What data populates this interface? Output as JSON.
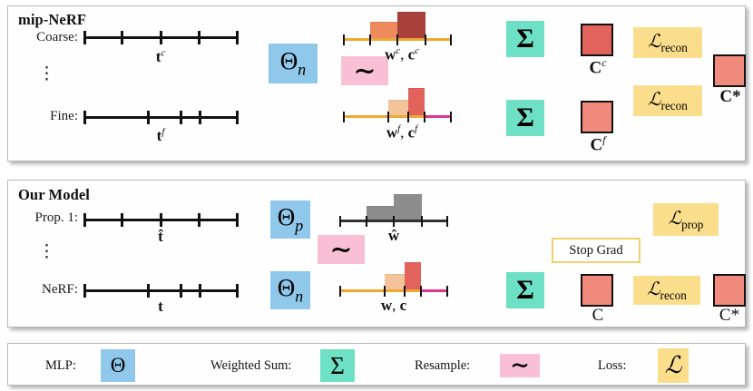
{
  "figure": {
    "panels": [
      {
        "id": "mip-nerf",
        "title": "mip-NeRF",
        "rows": [
          {
            "label": "Coarse:",
            "ray_caption": "tᶜ",
            "hist_caption": "wᶜ, cᶜ",
            "color_label": "Cᶜ"
          },
          {
            "label": "Fine:",
            "ray_caption": "tᶠ",
            "hist_caption": "wᶠ, cᶠ",
            "color_label": "Cᶠ"
          }
        ],
        "vertical_dots": "⋮",
        "mlp_label": "Θ",
        "mlp_sub": "n",
        "sum_label": "Σ",
        "resample_label": "∼",
        "loss_labels": [
          "ℒrecon",
          "ℒrecon"
        ],
        "final_label": "C*"
      },
      {
        "id": "our-model",
        "title": "Our Model",
        "rows": [
          {
            "label": "Prop. 1:",
            "ray_caption": "t̂",
            "hist_caption": "ŵ",
            "color_label": ""
          },
          {
            "label": "NeRF:",
            "ray_caption": "t",
            "hist_caption": "w, c",
            "color_label": "C"
          }
        ],
        "vertical_dots": "⋮",
        "mlp_prop_label": "Θ",
        "mlp_prop_sub": "p",
        "mlp_nerf_label": "Θ",
        "mlp_nerf_sub": "n",
        "sum_label": "Σ",
        "resample_label": "∼",
        "stop_grad_label": "Stop Grad",
        "loss_prop_label": "ℒprop",
        "loss_recon_label": "ℒrecon",
        "final_label": "C*"
      }
    ],
    "legend": [
      {
        "text": "MLP:",
        "glyph": "Θ",
        "kind": "mlp",
        "color": "#90C8EC",
        "arrow": "#90C8EC"
      },
      {
        "text": "Weighted Sum:",
        "glyph": "Σ",
        "kind": "sum",
        "color": "#6EE0C5",
        "arrow": "#6EE0C5"
      },
      {
        "text": "Resample:",
        "glyph": "∼",
        "kind": "resample",
        "color": "#F9BFD4",
        "arrow": "#F9BFD4"
      },
      {
        "text": "Loss:",
        "glyph": "ℒ",
        "kind": "loss",
        "color": "#FBDE8C",
        "arrow": "#FBDE8C"
      }
    ],
    "colors": {
      "mlp_blue": "#90C8EC",
      "sum_teal": "#6EE0C5",
      "resample_pink": "#F9BFD4",
      "loss_yellow": "#FBDE8C",
      "panel_border": "#b9b9b9",
      "axis_black": "#111111",
      "coarse_axis_orange": "#F0A830",
      "gray_hist": "#8C8C8C",
      "c_coarse_square": "#E2625C",
      "c_fine_square": "#F08A7C",
      "c_star_square": "#F08A7C",
      "c_nerf_square": "#F08A7C"
    }
  },
  "chart_data": [
    {
      "id": "hist-coarse",
      "type": "bar",
      "title": "wᶜ, cᶜ",
      "edges": [
        0.0,
        0.25,
        0.5,
        0.75,
        1.0
      ],
      "values": [
        0.0,
        0.33,
        0.62,
        0.0
      ],
      "bar_colors": [
        "#F0A830",
        "#ED8A5E",
        "#A8403C",
        "#F0A830"
      ],
      "axis_segment_colors": [
        "#F0A830",
        "#F0A830",
        "#F0A830",
        "#F0A830"
      ],
      "ylim": [
        0,
        1
      ]
    },
    {
      "id": "hist-fine",
      "type": "bar",
      "edges": [
        0.0,
        0.42,
        0.63,
        0.75,
        1.0
      ],
      "values": [
        0.0,
        0.3,
        0.62,
        0.0
      ],
      "bar_colors": [
        "#F0A830",
        "#F3C49A",
        "#E2625C",
        "#E0348F"
      ],
      "title": "wᶠ, cᶠ",
      "ylim": [
        0,
        1
      ]
    },
    {
      "id": "hist-prop",
      "type": "bar",
      "edges": [
        0.0,
        0.25,
        0.5,
        0.75,
        1.0
      ],
      "values": [
        0.0,
        0.3,
        0.62,
        0.0
      ],
      "bar_colors": [
        "#8C8C8C",
        "#8C8C8C",
        "#8C8C8C",
        "#8C8C8C"
      ],
      "title": "ŵ",
      "ylim": [
        0,
        1
      ]
    },
    {
      "id": "hist-nerf",
      "type": "bar",
      "edges": [
        0.0,
        0.42,
        0.63,
        0.75,
        1.0
      ],
      "values": [
        0.0,
        0.3,
        0.62,
        0.0
      ],
      "bar_colors": [
        "#F0A830",
        "#F3C49A",
        "#E2625C",
        "#E0348F"
      ],
      "title": "w, c",
      "ylim": [
        0,
        1
      ]
    }
  ],
  "rays": {
    "coarse": {
      "ticks": [
        0.0,
        0.25,
        0.5,
        0.75,
        1.0
      ],
      "caption": "tᶜ"
    },
    "fine": {
      "ticks": [
        0.0,
        0.42,
        0.63,
        0.75,
        1.0
      ],
      "caption": "tᶠ"
    },
    "prop": {
      "ticks": [
        0.0,
        0.25,
        0.5,
        0.75,
        1.0
      ],
      "caption": "t̂"
    },
    "nerf": {
      "ticks": [
        0.0,
        0.42,
        0.63,
        0.75,
        1.0
      ],
      "caption": "t"
    }
  }
}
